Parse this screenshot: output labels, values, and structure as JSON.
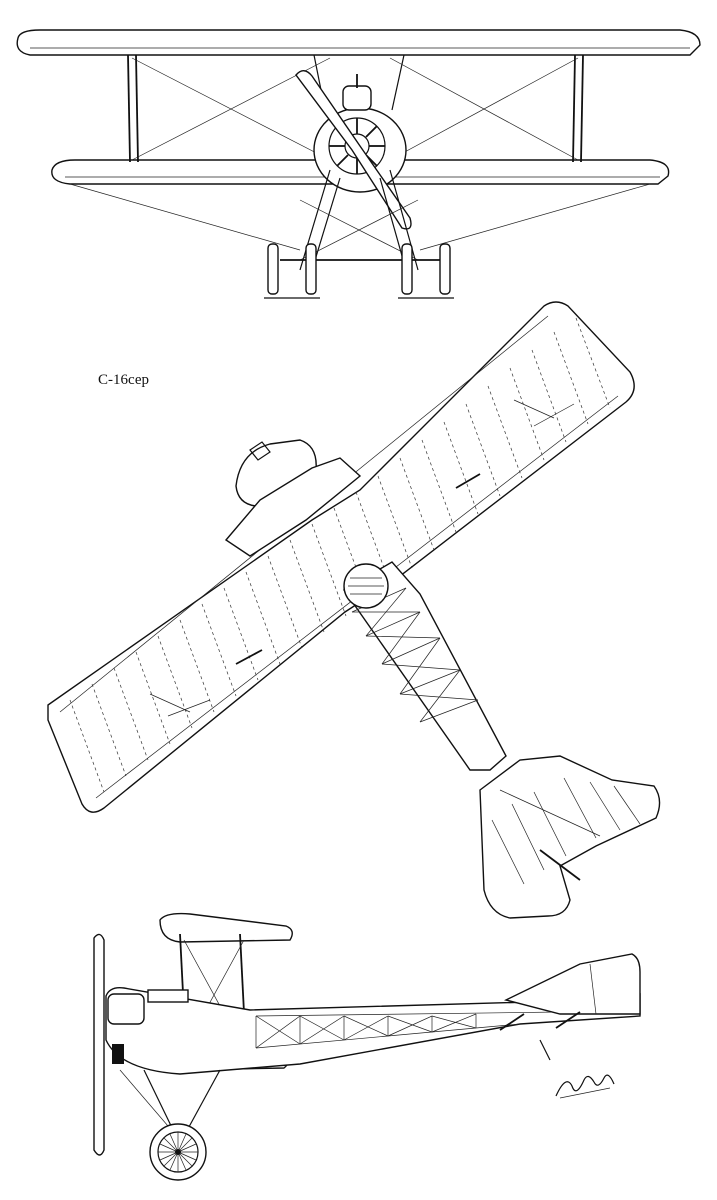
{
  "caption": "C-16сер",
  "views": [
    "front-view",
    "top-view",
    "side-view"
  ],
  "colors": {
    "ink": "#111111",
    "paper": "#ffffff"
  }
}
